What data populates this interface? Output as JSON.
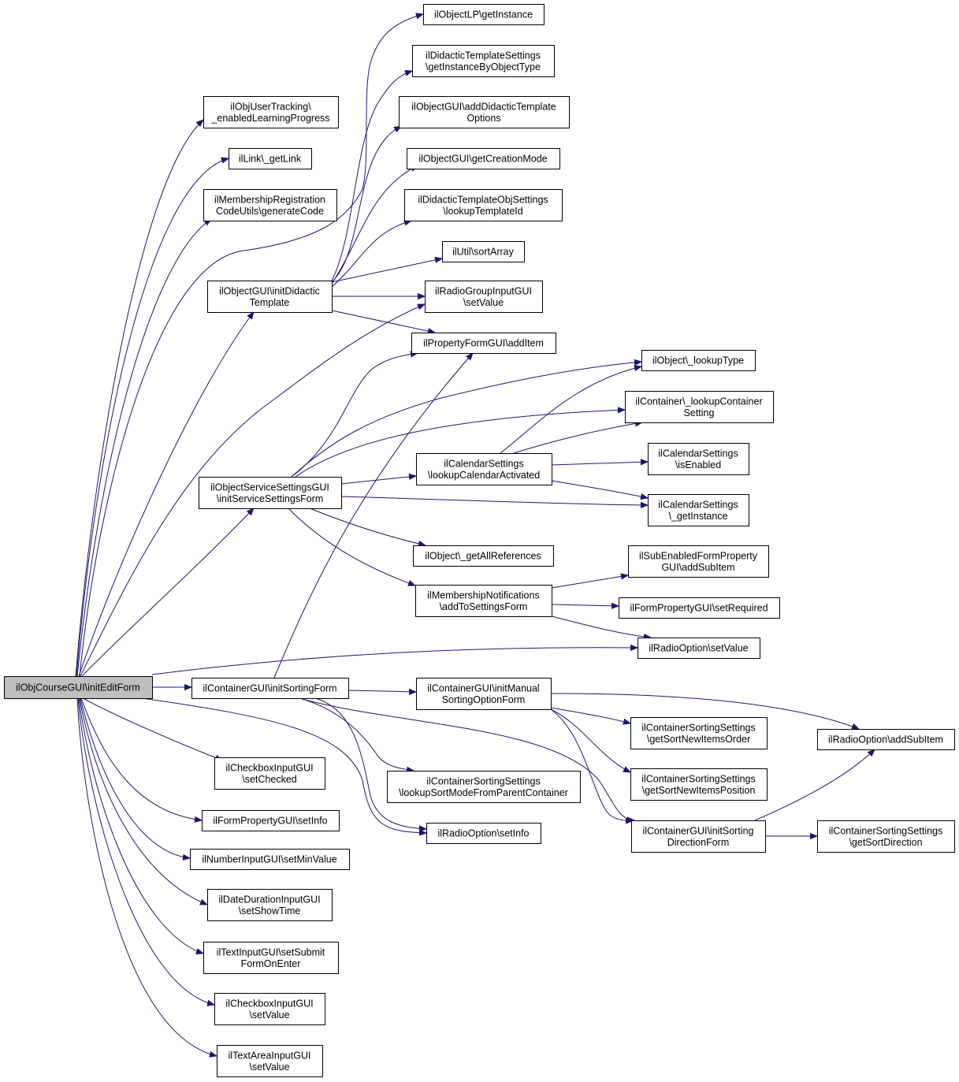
{
  "colors": {
    "edge": "#191970",
    "root_fill": "#bfbfbf",
    "node_fill": "#ffffff",
    "node_border": "#000000"
  },
  "nodes": {
    "root": [
      "ilObjCourseGUI\\initEditForm"
    ],
    "lpgi": [
      "ilObjectLP\\getInstance"
    ],
    "dtsg": [
      "ilDidacticTemplateSettings",
      "\\getInstanceByObjectType"
    ],
    "out": [
      "ilObjUserTracking\\",
      "_enabledLearningProgress"
    ],
    "ogadt": [
      "ilObjectGUI\\addDidacticTemplate",
      "Options"
    ],
    "link": [
      "ilLink\\_getLink"
    ],
    "ogcm": [
      "ilObjectGUI\\getCreationMode"
    ],
    "mrcu": [
      "ilMembershipRegistration",
      "CodeUtils\\generateCode"
    ],
    "dtos": [
      "ilDidacticTemplateObjSettings",
      "\\lookupTemplateId"
    ],
    "usort": [
      "ilUtil\\sortArray"
    ],
    "ogidt": [
      "ilObjectGUI\\initDidactic",
      "Template"
    ],
    "rgsv": [
      "ilRadioGroupInputGUI",
      "\\setValue"
    ],
    "pfai": [
      "ilPropertyFormGUI\\addItem"
    ],
    "olt": [
      "ilObject\\_lookupType"
    ],
    "clcs": [
      "ilContainer\\_lookupContainer",
      "Setting"
    ],
    "cslca": [
      "ilCalendarSettings",
      "\\lookupCalendarActivated"
    ],
    "csie": [
      "ilCalendarSettings",
      "\\isEnabled"
    ],
    "ossg": [
      "ilObjectServiceSettingsGUI",
      "\\initServiceSettingsForm"
    ],
    "csgi": [
      "ilCalendarSettings",
      "\\_getInstance"
    ],
    "ogar": [
      "ilObject\\_getAllReferences"
    ],
    "sefp": [
      "ilSubEnabledFormProperty",
      "GUI\\addSubItem"
    ],
    "mnas": [
      "ilMembershipNotifications",
      "\\addToSettingsForm"
    ],
    "fpsr": [
      "ilFormPropertyGUI\\setRequired"
    ],
    "rosv": [
      "ilRadioOption\\setValue"
    ],
    "cgisf": [
      "ilContainerGUI\\initSortingForm"
    ],
    "cgimsof": [
      "ilContainerGUI\\initManual",
      "SortingOptionForm"
    ],
    "cssnio": [
      "ilContainerSortingSettings",
      "\\getSortNewItemsOrder"
    ],
    "roasi": [
      "ilRadioOption\\addSubItem"
    ],
    "cbsc": [
      "ilCheckboxInputGUI",
      "\\setChecked"
    ],
    "csslsm": [
      "ilContainerSortingSettings",
      "\\lookupSortModeFromParentContainer"
    ],
    "cssnip": [
      "ilContainerSortingSettings",
      "\\getSortNewItemsPosition"
    ],
    "fpsi": [
      "ilFormPropertyGUI\\setInfo"
    ],
    "rosi": [
      "ilRadioOption\\setInfo"
    ],
    "cgisdf": [
      "ilContainerGUI\\initSorting",
      "DirectionForm"
    ],
    "cssgsd": [
      "ilContainerSortingSettings",
      "\\getSortDirection"
    ],
    "nismv": [
      "ilNumberInputGUI\\setMinValue"
    ],
    "ddst": [
      "ilDateDurationInputGUI",
      "\\setShowTime"
    ],
    "tissfe": [
      "ilTextInputGUI\\setSubmit",
      "FormOnEnter"
    ],
    "cbsv": [
      "ilCheckboxInputGUI",
      "\\setValue"
    ],
    "tasv": [
      "ilTextAreaInputGUI",
      "\\setValue"
    ]
  }
}
